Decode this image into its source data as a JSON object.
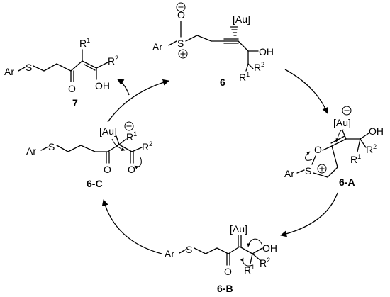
{
  "scheme": {
    "atoms": {
      "ar": "Ar",
      "s": "S",
      "o": "O",
      "oh": "OH",
      "au": "[Au]",
      "r1": "R",
      "r2": "R",
      "r1_sup": "1",
      "r2_sup": "2"
    },
    "compounds": {
      "c6": "6",
      "c7": "7",
      "c6a": "6-A",
      "c6b": "6-B",
      "c6c": "6-C"
    }
  }
}
